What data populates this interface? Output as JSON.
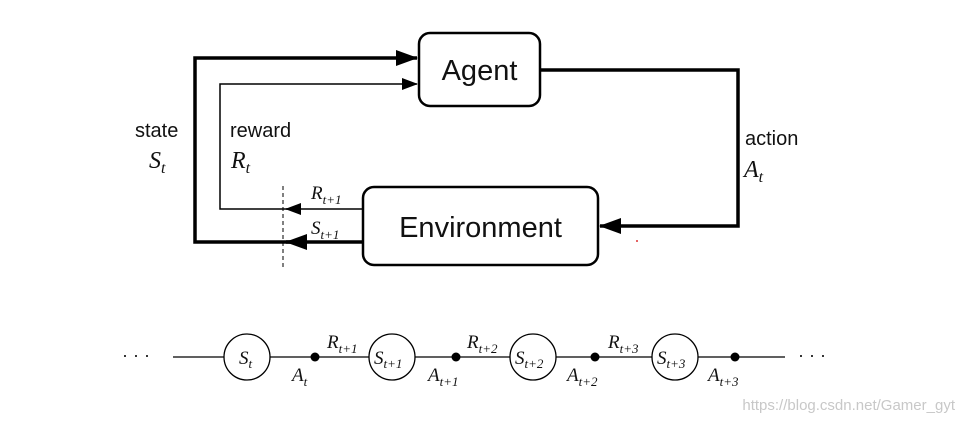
{
  "boxes": {
    "agent": "Agent",
    "environment": "Environment"
  },
  "labels": {
    "state": "state",
    "state_symbol": "S",
    "state_sub": "t",
    "reward": "reward",
    "reward_symbol": "R",
    "reward_sub": "t",
    "action": "action",
    "action_symbol": "A",
    "action_sub": "t",
    "next_reward_symbol": "R",
    "next_reward_sub": "t+1",
    "next_state_symbol": "S",
    "next_state_sub": "t+1"
  },
  "trajectory": {
    "ellipsis_left": "· · ·",
    "ellipsis_right": "· · ·",
    "states": [
      {
        "symbol": "S",
        "sub": "t"
      },
      {
        "symbol": "S",
        "sub": "t+1"
      },
      {
        "symbol": "S",
        "sub": "t+2"
      },
      {
        "symbol": "S",
        "sub": "t+3"
      }
    ],
    "actions": [
      {
        "symbol": "A",
        "sub": "t"
      },
      {
        "symbol": "A",
        "sub": "t+1"
      },
      {
        "symbol": "A",
        "sub": "t+2"
      },
      {
        "symbol": "A",
        "sub": "t+3"
      }
    ],
    "rewards": [
      {
        "symbol": "R",
        "sub": "t+1"
      },
      {
        "symbol": "R",
        "sub": "t+2"
      },
      {
        "symbol": "R",
        "sub": "t+3"
      }
    ]
  },
  "watermark": "https://blog.csdn.net/Gamer_gyt"
}
